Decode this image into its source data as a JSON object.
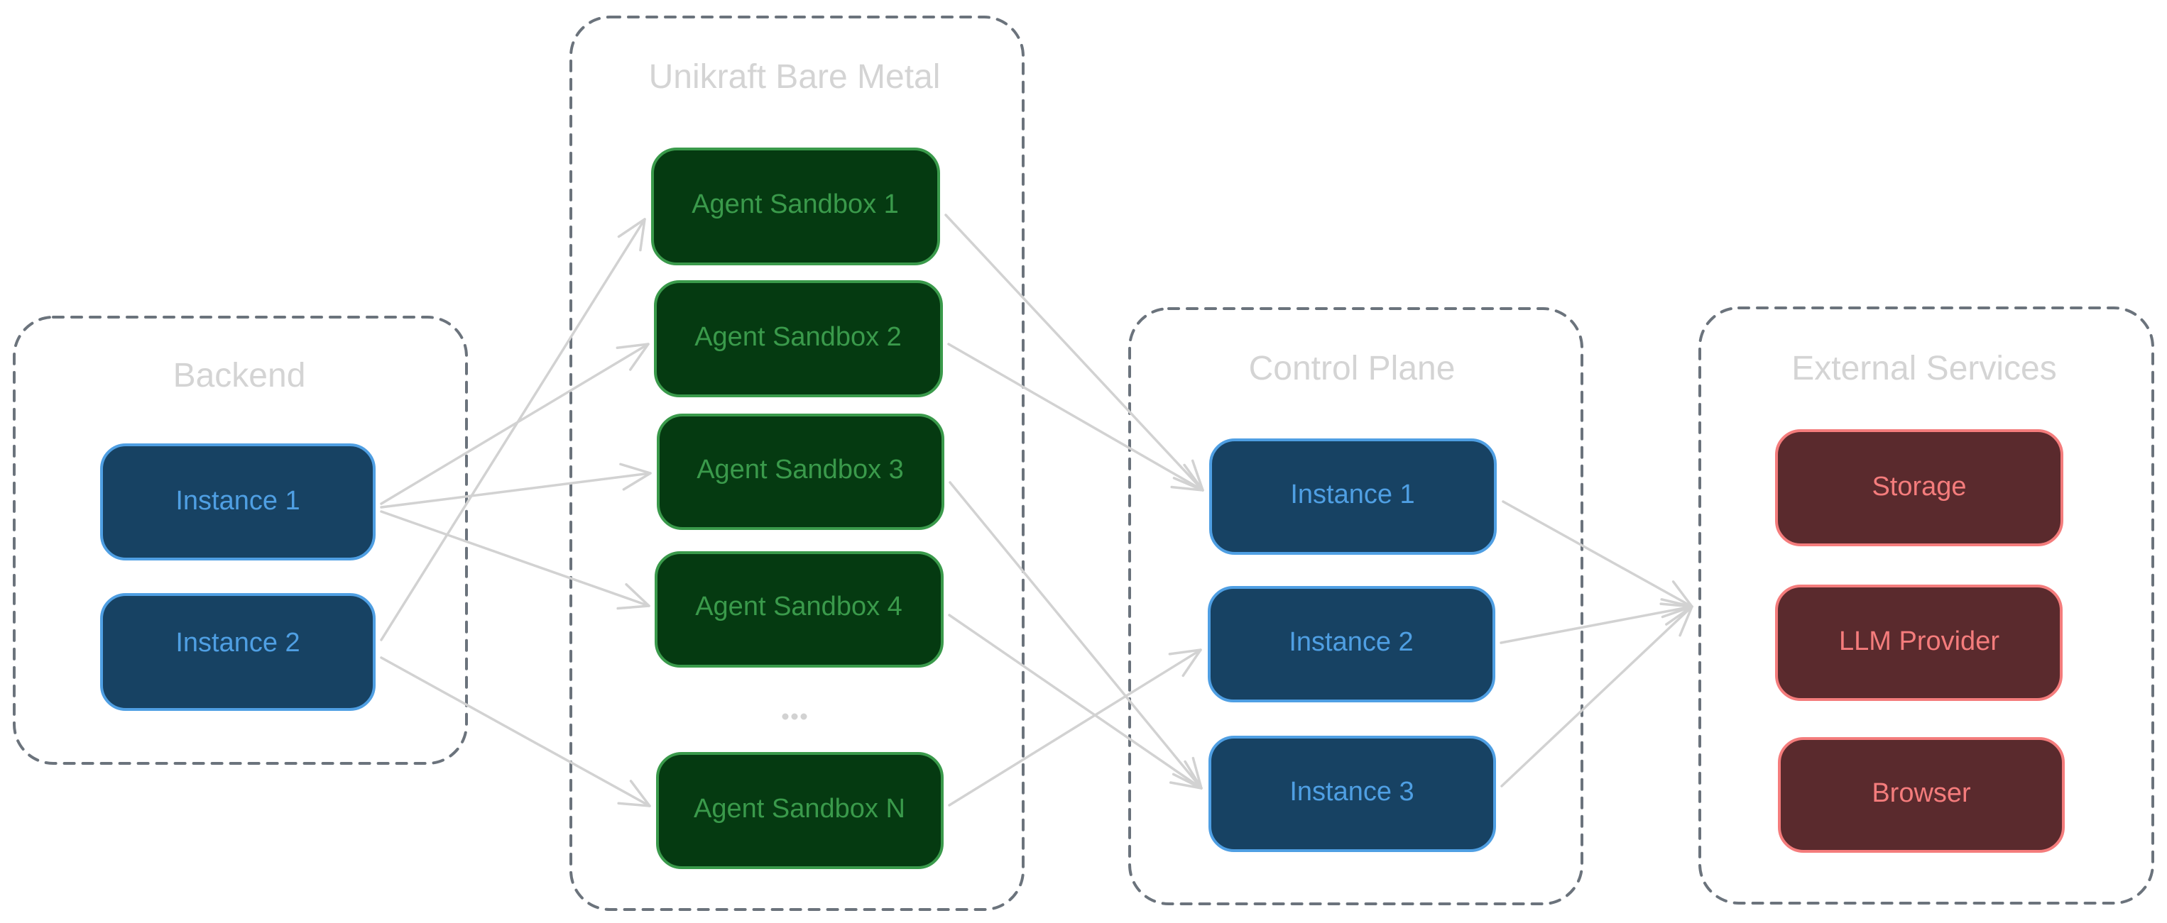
{
  "diagram": {
    "theme": {
      "frame_stroke": "#6b737c",
      "title_color": "#d4d4d4",
      "edge_color": "#d2d2d2",
      "blue": {
        "fill": "#174263",
        "stroke": "#4f9fe3",
        "text": "#4f9fe3"
      },
      "green": {
        "fill": "#053a11",
        "stroke": "#3a9a4b",
        "text": "#3a9a4b"
      },
      "red": {
        "fill": "#5a2a2d",
        "stroke": "#f47c7c",
        "text": "#f47c7c"
      }
    },
    "groups": [
      {
        "id": "backend",
        "title": "Backend",
        "nodes": [
          {
            "id": "be1",
            "label": "Instance 1",
            "color": "blue"
          },
          {
            "id": "be2",
            "label": "Instance 2",
            "color": "blue"
          }
        ]
      },
      {
        "id": "unikraft",
        "title": "Unikraft Bare Metal",
        "nodes": [
          {
            "id": "sb1",
            "label": "Agent Sandbox 1",
            "color": "green"
          },
          {
            "id": "sb2",
            "label": "Agent Sandbox 2",
            "color": "green"
          },
          {
            "id": "sb3",
            "label": "Agent Sandbox 3",
            "color": "green"
          },
          {
            "id": "sb4",
            "label": "Agent Sandbox 4",
            "color": "green"
          },
          {
            "id": "sbn",
            "label": "Agent Sandbox N",
            "color": "green"
          }
        ],
        "ellipsis": "..."
      },
      {
        "id": "control",
        "title": "Control Plane",
        "nodes": [
          {
            "id": "cp1",
            "label": "Instance 1",
            "color": "blue"
          },
          {
            "id": "cp2",
            "label": "Instance 2",
            "color": "blue"
          },
          {
            "id": "cp3",
            "label": "Instance 3",
            "color": "blue"
          }
        ]
      },
      {
        "id": "external",
        "title": "External Services",
        "nodes": [
          {
            "id": "storage",
            "label": "Storage",
            "color": "red"
          },
          {
            "id": "llm",
            "label": "LLM Provider",
            "color": "red"
          },
          {
            "id": "browser",
            "label": "Browser",
            "color": "red"
          }
        ]
      }
    ],
    "edges": [
      {
        "from": "be1",
        "to": "sb2"
      },
      {
        "from": "be1",
        "to": "sb3"
      },
      {
        "from": "be1",
        "to": "sb4"
      },
      {
        "from": "be2",
        "to": "sb1"
      },
      {
        "from": "be2",
        "to": "sbn"
      },
      {
        "from": "sb1",
        "to": "cp1"
      },
      {
        "from": "sb2",
        "to": "cp1"
      },
      {
        "from": "sb3",
        "to": "cp3"
      },
      {
        "from": "sb4",
        "to": "cp3"
      },
      {
        "from": "sbn",
        "to": "cp2"
      },
      {
        "from": "cp1",
        "to": "external"
      },
      {
        "from": "cp2",
        "to": "external"
      },
      {
        "from": "cp3",
        "to": "external"
      }
    ]
  }
}
